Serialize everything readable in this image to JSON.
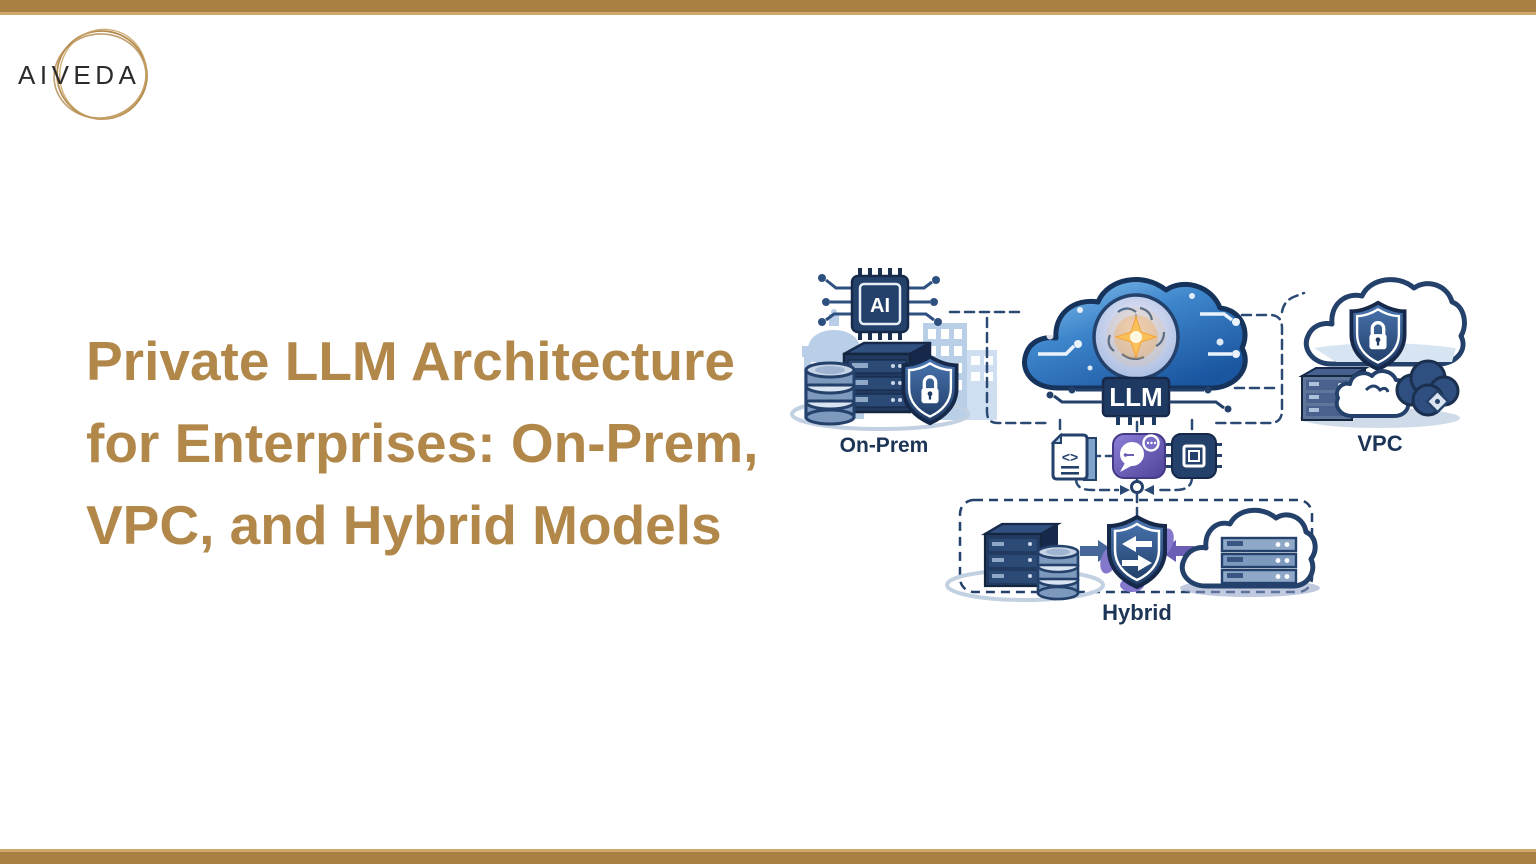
{
  "page": {
    "background": "#FFFFFF"
  },
  "bars": {
    "color": "#A97F42",
    "edge_color": "#CDA868"
  },
  "logo": {
    "text": "AIVEDA",
    "ring_color": "#B1874A",
    "text_color": "#2B2B2B"
  },
  "title": {
    "color": "#B1874A",
    "lines": [
      "Private LLM Architecture",
      "for Enterprises: On-Prem,",
      "VPC, and Hybrid Models"
    ]
  },
  "diagram": {
    "label_color": "#1C3557",
    "nodes": {
      "ai_chip": {
        "label": "AI"
      },
      "llm": {
        "label": "LLM"
      },
      "on_prem": {
        "label": "On-Prem"
      },
      "vpc": {
        "label": "VPC"
      },
      "hybrid": {
        "label": "Hybrid"
      }
    },
    "glyphs": {
      "code_brackets": "<>"
    },
    "palette": {
      "navy": "#24416B",
      "dark_navy": "#16294A",
      "cloud_blue": "#2F6FB2",
      "light_blue": "#B9CFE8",
      "purple": "#6B5FB5",
      "orange": "#F6A335",
      "steel": "#7E99BE"
    }
  }
}
